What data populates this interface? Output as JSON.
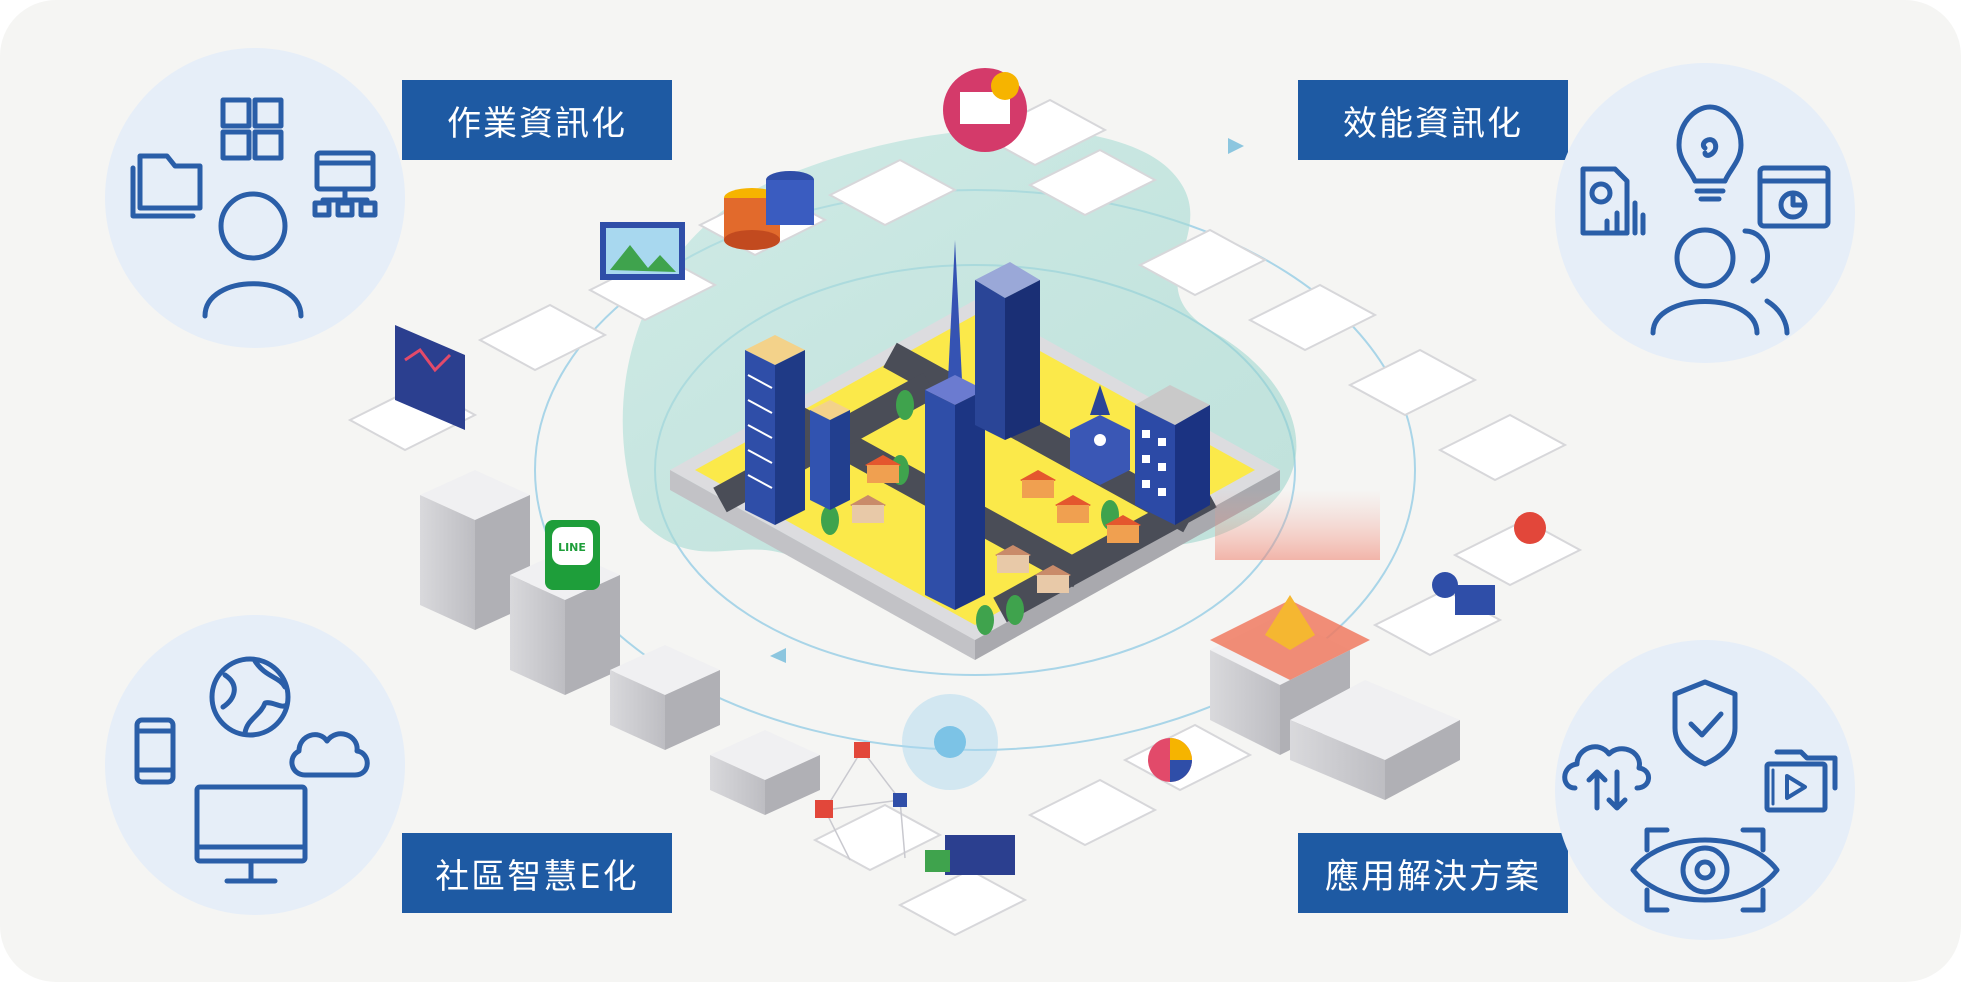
{
  "labels": {
    "top_left": "作業資訊化",
    "top_right": "效能資訊化",
    "bottom_left": "社區智慧E化",
    "bottom_right": "應用解決方案"
  },
  "badges": {
    "line_app": "LINE"
  },
  "icon_sets": {
    "top_left": [
      "folder-icon",
      "grid-icon",
      "user-icon",
      "network-window-icon"
    ],
    "top_right": [
      "report-chart-icon",
      "lightbulb-icon",
      "users-icon",
      "browser-chart-icon"
    ],
    "bottom_left": [
      "smartphone-icon",
      "globe-icon",
      "cloud-icon",
      "monitor-icon"
    ],
    "bottom_right": [
      "cloud-sync-icon",
      "shield-check-icon",
      "media-folder-icon",
      "eye-target-icon"
    ]
  },
  "colors": {
    "label_bg": "#1e5aa3",
    "icon_stroke": "#2a5ea8",
    "bubble_bg": "#e6eef8",
    "card_bg": "#f5f5f3"
  }
}
